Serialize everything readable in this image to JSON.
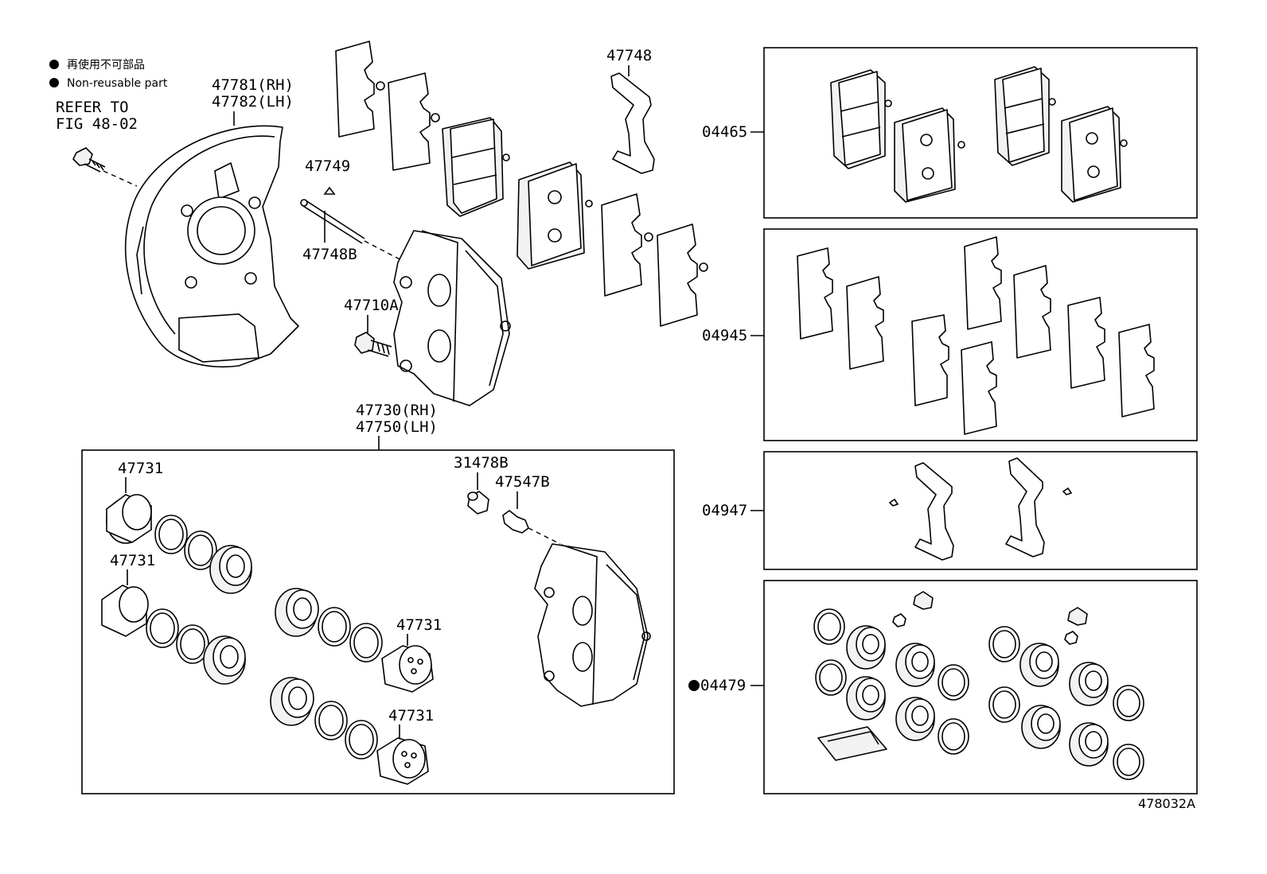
{
  "legend": {
    "jp": "再使用不可部品",
    "en": "Non-reusable part"
  },
  "refer": {
    "line1": "REFER TO",
    "line2": "FIG 48-02"
  },
  "labels": {
    "shield_rh": "47781(RH)",
    "shield_lh": "47782(LH)",
    "clip": "47749",
    "pin": "47748B",
    "spring": "47748",
    "bolt": "47710A",
    "caliper_rh": "47730(RH)",
    "caliper_lh": "47750(LH)",
    "piston_a": "47731",
    "piston_b": "47731",
    "piston_c": "47731",
    "piston_d": "47731",
    "cap": "31478B",
    "bleeder": "47547B",
    "kit_pads": "04465",
    "kit_shims": "04945",
    "kit_fitting": "04947",
    "kit_cylinder": "04479",
    "figure_code": "478032A"
  }
}
